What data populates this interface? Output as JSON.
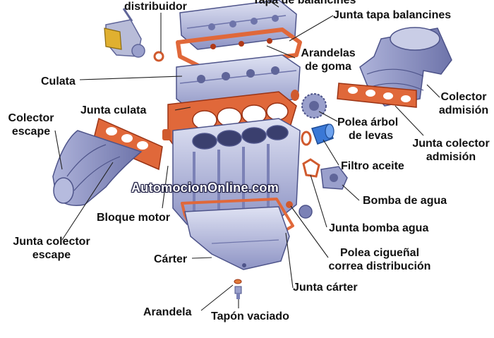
{
  "labels": {
    "tapa_balancines": "Tapa de balancines",
    "distribuidor": "distribuidor",
    "junta_tapa_balancines": "Junta tapa balancines",
    "arandelas_line1": "Arandelas",
    "arandelas_line2": "de goma",
    "culata": "Culata",
    "colector_admision_line1": "Colector",
    "colector_admision_line2": "admisión",
    "junta_culata": "Junta culata",
    "colector_escape_line1": "Colector",
    "colector_escape_line2": "escape",
    "polea_arbol_line1": "Polea árbol",
    "polea_arbol_line2": "de levas",
    "junta_colector_admision_line1": "Junta colector",
    "junta_colector_admision_line2": "admisión",
    "filtro_aceite": "Filtro aceite",
    "bomba_agua": "Bomba de agua",
    "bloque_motor": "Bloque motor",
    "junta_colector_escape_line1": "Junta colector",
    "junta_colector_escape_line2": "escape",
    "junta_bomba_agua": "Junta bomba agua",
    "carter": "Cárter",
    "polea_ciguenal_line1": "Polea cigueñal",
    "polea_ciguenal_line2": "correa distribución",
    "junta_carter": "Junta cárter",
    "arandela": "Arandela",
    "tapon_vaciado": "Tapón vaciado"
  },
  "watermark": "AutomocionOnline.com",
  "colors": {
    "metal_light": "#c9cde6",
    "metal_mid": "#9aa0cc",
    "metal_dark": "#5f6599",
    "gasket": "#e0683a",
    "gasket_edge": "#9a3315",
    "filter_blue": "#3a78d6",
    "distributor_gold": "#e0b030",
    "leader_line": "#222222"
  }
}
